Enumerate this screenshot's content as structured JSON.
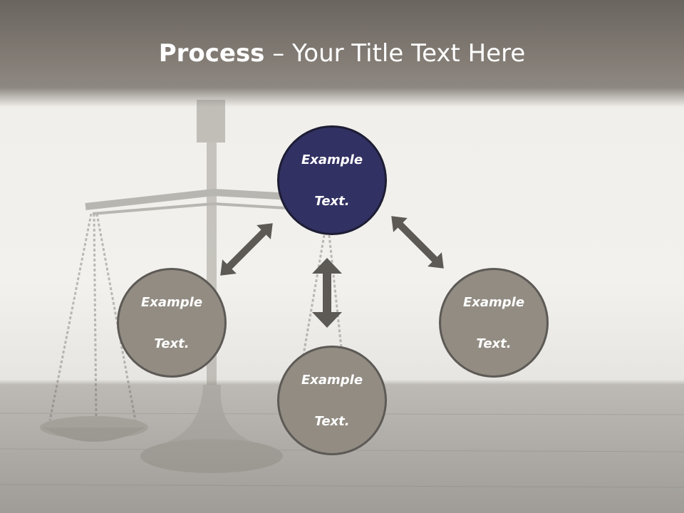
{
  "title": {
    "bold": "Process",
    "rest": " – Your Title Text Here"
  },
  "nodes": {
    "top": {
      "line1": "Example",
      "line2": "Text."
    },
    "left": {
      "line1": "Example",
      "line2": "Text."
    },
    "bottom": {
      "line1": "Example",
      "line2": "Text."
    },
    "right": {
      "line1": "Example",
      "line2": "Text."
    }
  },
  "colors": {
    "accent": "#323163",
    "node": "#928c83",
    "arrow": "#5d5a56"
  }
}
